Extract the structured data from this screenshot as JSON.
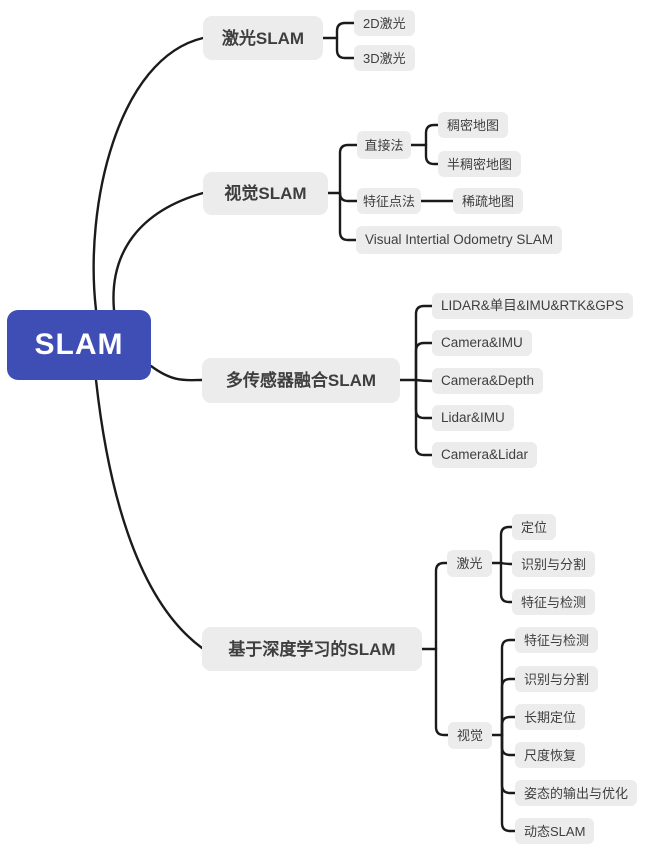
{
  "colors": {
    "canvas_bg": "#FFFFFF",
    "root_bg": "#3F4EB5",
    "root_text": "#FFFFFF",
    "node_bg": "#ECECEC",
    "node_text": "#3E3E3E",
    "line": "#1B1B1B"
  },
  "mindmap": {
    "root": {
      "label": "SLAM"
    },
    "branches": [
      {
        "label": "激光SLAM",
        "children": [
          {
            "label": "2D激光"
          },
          {
            "label": "3D激光"
          }
        ]
      },
      {
        "label": "视觉SLAM",
        "children": [
          {
            "label": "直接法",
            "children": [
              {
                "label": "稠密地图"
              },
              {
                "label": "半稠密地图"
              }
            ]
          },
          {
            "label": "特征点法",
            "children": [
              {
                "label": "稀疏地图"
              }
            ]
          },
          {
            "label": "Visual Intertial Odometry SLAM"
          }
        ]
      },
      {
        "label": "多传感器融合SLAM",
        "children": [
          {
            "label": "LIDAR&单目&IMU&RTK&GPS"
          },
          {
            "label": "Camera&IMU"
          },
          {
            "label": "Camera&Depth"
          },
          {
            "label": "Lidar&IMU"
          },
          {
            "label": "Camera&Lidar"
          }
        ]
      },
      {
        "label": "基于深度学习的SLAM",
        "children": [
          {
            "label": "激光",
            "children": [
              {
                "label": "定位"
              },
              {
                "label": "识别与分割"
              },
              {
                "label": "特征与检测"
              }
            ]
          },
          {
            "label": "视觉",
            "children": [
              {
                "label": "特征与检测"
              },
              {
                "label": "识别与分割"
              },
              {
                "label": "长期定位"
              },
              {
                "label": "尺度恢复"
              },
              {
                "label": "姿态的输出与优化"
              },
              {
                "label": "动态SLAM"
              }
            ]
          }
        ]
      }
    ]
  }
}
